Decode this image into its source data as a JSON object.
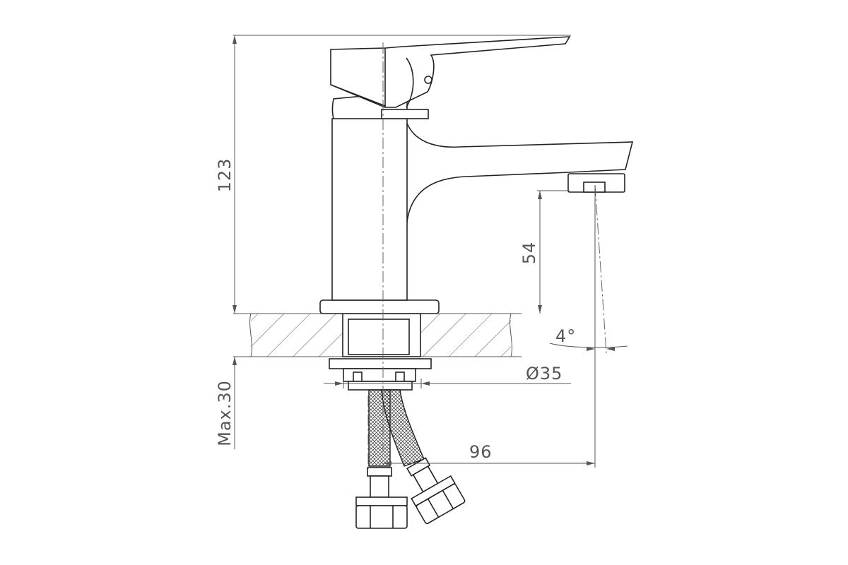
{
  "drawing": {
    "dimensions": {
      "total_height": "123",
      "spout_height": "54",
      "spout_angle": "4°",
      "shank_diameter": "Ø35",
      "max_countertop": "Max.30",
      "spout_reach": "96"
    }
  }
}
